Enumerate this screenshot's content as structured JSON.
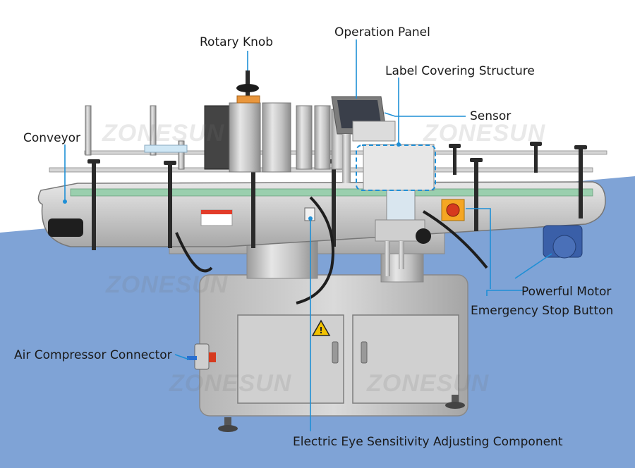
{
  "labels": {
    "rotary_knob": "Rotary Knob",
    "operation_panel": "Operation Panel",
    "label_covering_structure": "Label Covering Structure",
    "sensor": "Sensor",
    "conveyor": "Conveyor",
    "powerful_motor": "Powerful Motor",
    "emergency_stop_button": "Emergency Stop Button",
    "air_compressor_connector": "Air Compressor Connector",
    "electric_eye_sensitivity": "Electric Eye Sensitivity Adjusting Component"
  },
  "watermark": "ZONESUN",
  "caution_label": "CAUTION",
  "colors": {
    "background_blue": "#7fa3d6",
    "leader_blue": "#1e8fd6",
    "steel": "#c9c9c9",
    "emergency_yellow": "#f5a623",
    "emergency_red": "#d63a1e",
    "motor_blue": "#3a5fa8"
  }
}
